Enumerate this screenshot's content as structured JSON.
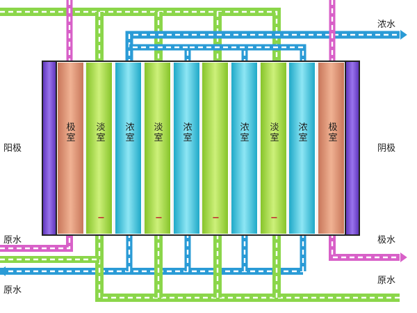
{
  "labels": {
    "anode": "阳极",
    "cathode": "阴极",
    "concentrate_out": "浓水",
    "raw_water_in_1": "原水",
    "raw_water_in_2": "原水",
    "electrode_water_out": "极水",
    "raw_water_out": "原水"
  },
  "chambers": [
    {
      "label": "极室",
      "type": "electrode"
    },
    {
      "label": "淡室",
      "type": "dilute"
    },
    {
      "label": "浓室",
      "type": "concentrate"
    },
    {
      "label": "淡室",
      "type": "dilute"
    },
    {
      "label": "浓室",
      "type": "concentrate"
    },
    {
      "label": "",
      "type": "dilute"
    },
    {
      "label": "浓室",
      "type": "concentrate"
    },
    {
      "label": "淡室",
      "type": "dilute"
    },
    {
      "label": "浓室",
      "type": "concentrate"
    },
    {
      "label": "极室",
      "type": "electrode"
    }
  ],
  "minus_sign": "−",
  "colors": {
    "electrode_plate": "#7b4fd4",
    "electrode_chamber": "#d98e72",
    "dilute_chamber": "#a8d83c",
    "concentrate_chamber": "#3ec6de",
    "green_pipe": "#8bd64a",
    "blue_pipe": "#2a9bd6",
    "pink_pipe": "#d860c8",
    "frame": "#222222"
  }
}
